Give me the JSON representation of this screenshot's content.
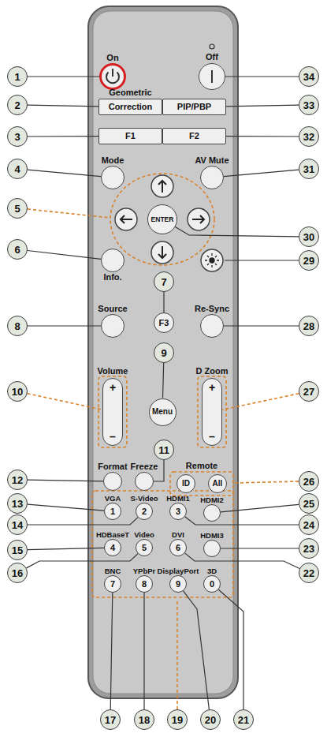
{
  "diagram": {
    "nodes": [
      {
        "text": [
          "On"
        ]
      },
      {
        "text": [
          "Off"
        ]
      },
      {
        "text": [
          "Geometric",
          "Correction"
        ]
      },
      {
        "text": [
          "PIP/PBP"
        ]
      },
      {
        "text": [
          "F1"
        ]
      },
      {
        "text": [
          "F2"
        ]
      },
      {
        "text": [
          "Mode"
        ]
      },
      {
        "text": [
          "AV Mute"
        ]
      },
      {
        "text": [
          "ENTER"
        ]
      },
      {
        "text": [
          "Info."
        ]
      },
      {
        "text": [
          "F3"
        ]
      },
      {
        "text": [
          "Source"
        ]
      },
      {
        "text": [
          "Re-Sync"
        ]
      },
      {
        "text": [
          "Volume",
          "+",
          "–"
        ]
      },
      {
        "text": [
          "Menu"
        ]
      },
      {
        "text": [
          "D Zoom",
          "+",
          "–"
        ]
      },
      {
        "text": [
          "Format"
        ]
      },
      {
        "text": [
          "Freeze"
        ]
      },
      {
        "text": [
          "ID"
        ]
      },
      {
        "text": [
          "All"
        ]
      },
      {
        "text": [
          "VGA",
          "1"
        ]
      },
      {
        "text": [
          "S-Video",
          "2"
        ]
      },
      {
        "text": [
          "HDMI1",
          "3"
        ]
      },
      {
        "text": [
          "HDMI2"
        ]
      },
      {
        "text": [
          "HDBaseT",
          "4"
        ]
      },
      {
        "text": [
          "Video",
          "5"
        ]
      },
      {
        "text": [
          "DVI",
          "6"
        ]
      },
      {
        "text": [
          "HDMI3"
        ]
      },
      {
        "text": [
          "BNC",
          "7"
        ]
      },
      {
        "text": [
          "YPbPr",
          "8"
        ]
      },
      {
        "text": [
          "DisplayPort",
          "9"
        ]
      },
      {
        "text": [
          "3D",
          "0"
        ]
      },
      {
        "text": [
          "1"
        ]
      },
      {
        "text": [
          "2"
        ]
      },
      {
        "text": [
          "3"
        ]
      },
      {
        "text": [
          "4"
        ]
      },
      {
        "text": [
          "5"
        ]
      },
      {
        "text": [
          "6"
        ]
      },
      {
        "text": [
          "7"
        ]
      },
      {
        "text": [
          "8"
        ]
      },
      {
        "text": [
          "9"
        ]
      },
      {
        "text": [
          "10"
        ]
      },
      {
        "text": [
          "11"
        ]
      },
      {
        "text": [
          "12"
        ]
      },
      {
        "text": [
          "13"
        ]
      },
      {
        "text": [
          "14"
        ]
      },
      {
        "text": [
          "15"
        ]
      },
      {
        "text": [
          "16"
        ]
      },
      {
        "text": [
          "17"
        ]
      },
      {
        "text": [
          "18"
        ]
      },
      {
        "text": [
          "19"
        ]
      },
      {
        "text": [
          "20"
        ]
      },
      {
        "text": [
          "21"
        ]
      },
      {
        "text": [
          "22"
        ]
      },
      {
        "text": [
          "23"
        ]
      },
      {
        "text": [
          "24"
        ]
      },
      {
        "text": [
          "25"
        ]
      },
      {
        "text": [
          "26"
        ]
      },
      {
        "text": [
          "27"
        ]
      },
      {
        "text": [
          "28"
        ]
      },
      {
        "text": [
          "29"
        ]
      },
      {
        "text": [
          "30"
        ]
      },
      {
        "text": [
          "31"
        ]
      },
      {
        "text": [
          "32"
        ]
      },
      {
        "text": [
          "33"
        ]
      },
      {
        "text": [
          "34"
        ]
      }
    ],
    "edges": [
      {
        "from": 32,
        "to": 0,
        "arrow": "none"
      },
      {
        "from": 33,
        "to": 2,
        "arrow": "none"
      },
      {
        "from": 34,
        "to": 4,
        "arrow": "none"
      },
      {
        "from": 35,
        "to": 6,
        "arrow": "none"
      },
      {
        "from": 37,
        "to": 9,
        "arrow": "none"
      },
      {
        "from": 38,
        "to": 10,
        "arrow": "none"
      },
      {
        "from": 39,
        "to": 11,
        "arrow": "none"
      },
      {
        "from": 40,
        "to": 14,
        "arrow": "none"
      },
      {
        "from": 41,
        "to": 13,
        "arrow": "none"
      },
      {
        "from": 42,
        "to": 17,
        "arrow": "none"
      },
      {
        "from": 43,
        "to": 16,
        "arrow": "none"
      },
      {
        "from": 44,
        "to": 20,
        "arrow": "none"
      },
      {
        "from": 45,
        "to": 21,
        "arrow": "none"
      },
      {
        "from": 46,
        "to": 24,
        "arrow": "none"
      },
      {
        "from": 47,
        "to": 25,
        "arrow": "none"
      },
      {
        "from": 48,
        "to": 28,
        "arrow": "none"
      },
      {
        "from": 49,
        "to": 29,
        "arrow": "none"
      },
      {
        "from": 51,
        "to": 30,
        "arrow": "none"
      },
      {
        "from": 52,
        "to": 31,
        "arrow": "none"
      },
      {
        "from": 53,
        "to": 26,
        "arrow": "none"
      },
      {
        "from": 54,
        "to": 27,
        "arrow": "none"
      },
      {
        "from": 55,
        "to": 22,
        "arrow": "none"
      },
      {
        "from": 56,
        "to": 23,
        "arrow": "none"
      },
      {
        "from": 58,
        "to": 15,
        "arrow": "none"
      },
      {
        "from": 59,
        "to": 12,
        "arrow": "none"
      },
      {
        "from": 61,
        "to": 8,
        "arrow": "none"
      },
      {
        "from": 62,
        "to": 7,
        "arrow": "none"
      },
      {
        "from": 63,
        "to": 5,
        "arrow": "none"
      },
      {
        "from": 64,
        "to": 3,
        "arrow": "none"
      },
      {
        "from": 65,
        "to": 1,
        "arrow": "none"
      }
    ],
    "labels": [
      "Remote"
    ]
  }
}
